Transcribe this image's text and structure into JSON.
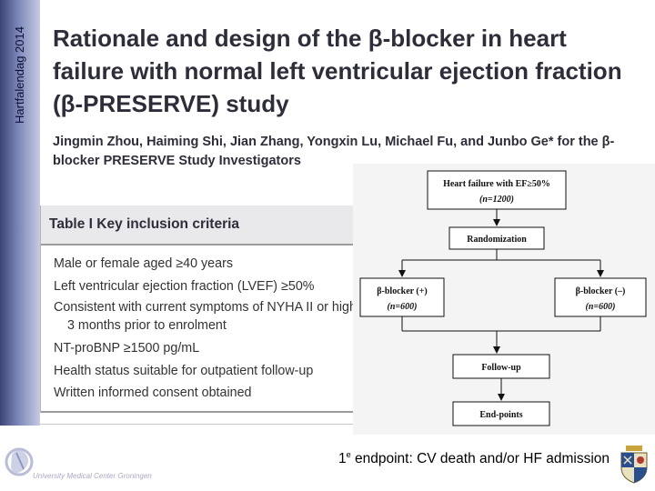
{
  "sidebar": {
    "title": "Hartfalendag 2014"
  },
  "paper": {
    "title": "Rationale and design of the β-blocker in heart failure with normal left ventricular ejection fraction (β-PRESERVE) study",
    "authors": "Jingmin Zhou, Haiming Shi, Jian Zhang, Yongxin Lu, Michael Fu, and Junbo Ge* for the β-blocker PRESERVE Study Investigators"
  },
  "table": {
    "title": "Table I  Key inclusion criteria",
    "rows": [
      {
        "text": "Male or female aged ≥40 years"
      },
      {
        "text": "Left ventricular ejection fraction (LVEF) ≥50%"
      },
      {
        "text": "Consistent with current symptoms of NYHA II or higher"
      },
      {
        "text": "3 months prior to enrolment"
      },
      {
        "text": "NT-proBNP ≥1500 pg/mL"
      },
      {
        "text": "Health status suitable for outpatient follow-up"
      },
      {
        "text": "Written informed consent obtained"
      }
    ]
  },
  "flowchart": {
    "start_label": "Heart failure with EF≥50%",
    "start_n": "(n=1200)",
    "randomization": "Randomization",
    "arm_plus": "β-blocker (+)",
    "arm_plus_n": "(n=600)",
    "arm_minus": "β-blocker (–)",
    "arm_minus_n": "(n=600)",
    "followup": "Follow-up",
    "endpoints": "End-points"
  },
  "endpoint_note": {
    "sup": "e",
    "prefix": "1",
    "text": " endpoint: CV death and/or HF admission"
  },
  "footer": {
    "institution": "University Medical Center Groningen"
  },
  "colors": {
    "sidebar_dark": "#3d4477",
    "sidebar_light": "#c6cbe2",
    "title_text": "#2e2e3a",
    "table_header_bg": "#e9e9ec"
  }
}
